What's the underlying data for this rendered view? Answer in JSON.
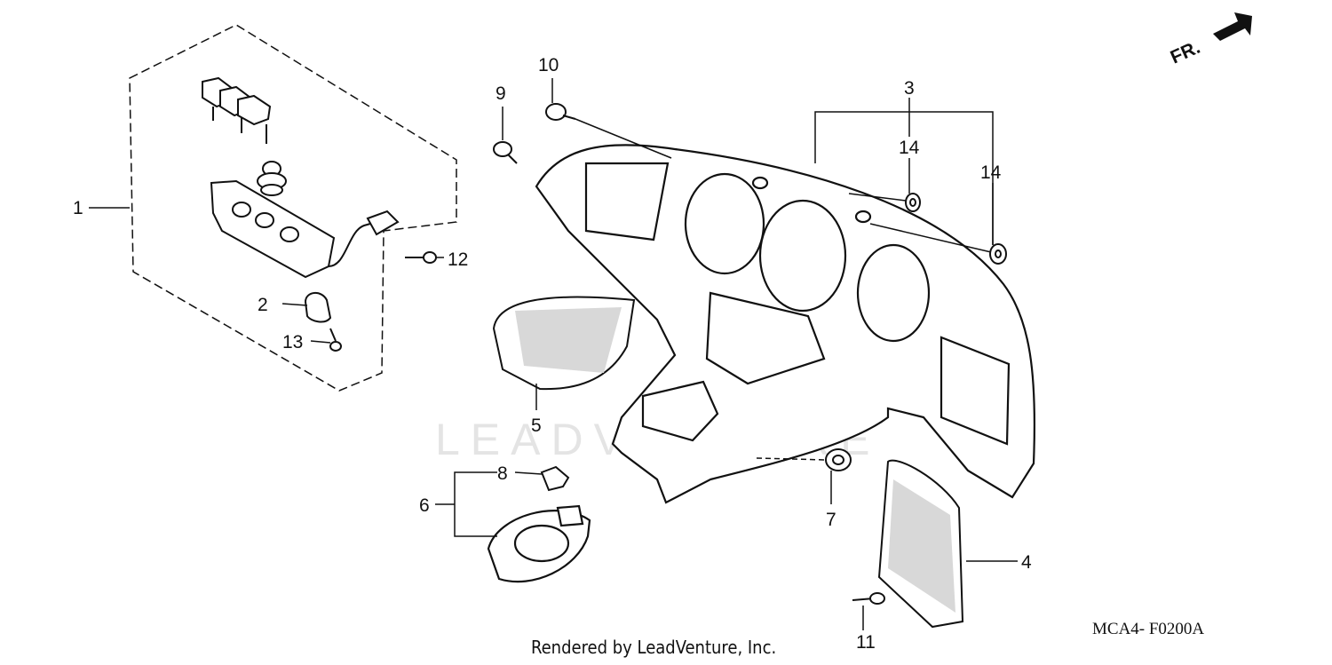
{
  "diagram": {
    "direction_label": "FR.",
    "watermark": "LEADVENTURE",
    "parts": [
      {
        "id": "p1",
        "number": "1"
      },
      {
        "id": "p2",
        "number": "2"
      },
      {
        "id": "p3",
        "number": "3"
      },
      {
        "id": "p4",
        "number": "4"
      },
      {
        "id": "p5",
        "number": "5"
      },
      {
        "id": "p6",
        "number": "6"
      },
      {
        "id": "p7",
        "number": "7"
      },
      {
        "id": "p8",
        "number": "8"
      },
      {
        "id": "p9",
        "number": "9"
      },
      {
        "id": "p10",
        "number": "10"
      },
      {
        "id": "p11",
        "number": "11"
      },
      {
        "id": "p12",
        "number": "12"
      },
      {
        "id": "p13",
        "number": "13"
      },
      {
        "id": "p14a",
        "number": "14"
      },
      {
        "id": "p14b",
        "number": "14"
      }
    ],
    "footer": "Rendered by LeadVenture, Inc.",
    "diagram_code": "MCA4- F0200A"
  }
}
